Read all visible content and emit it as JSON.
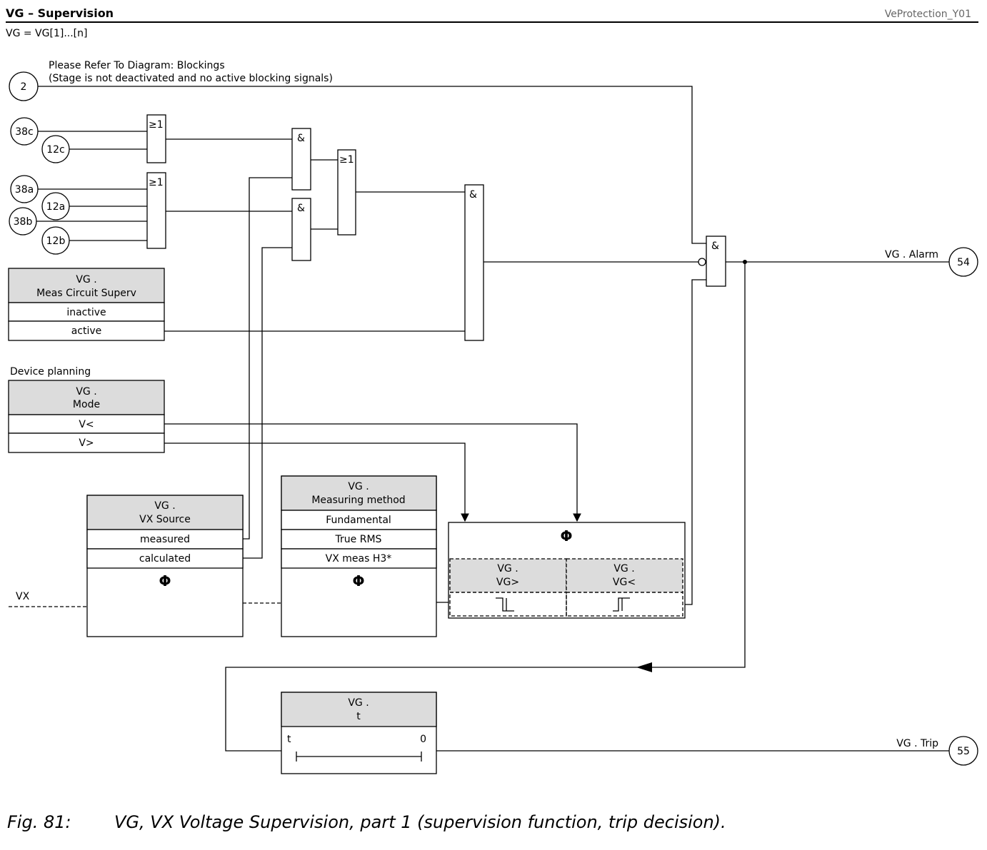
{
  "header": {
    "title": "VG – Supervision",
    "ref": "VeProtection_Y01",
    "subtitle": "VG = VG[1]...[n]"
  },
  "blocking_note": {
    "line1": "Please Refer To Diagram: Blockings",
    "line2": "(Stage is not deactivated and no active blocking signals)"
  },
  "connectors": {
    "c2": "2",
    "c38c": "38c",
    "c12c": "12c",
    "c38a": "38a",
    "c12a": "12a",
    "c38b": "38b",
    "c12b": "12b",
    "c54": "54",
    "c55": "55"
  },
  "gates": {
    "or1": "≥1",
    "or2": "≥1",
    "or3": "≥1",
    "and1": "&",
    "and2": "&",
    "and3": "&",
    "and4": "&"
  },
  "meas_circuit": {
    "title1": "VG .",
    "title2": "Meas Circuit Superv",
    "opt1": "inactive",
    "opt2": "active"
  },
  "device_planning": {
    "label": "Device planning",
    "title1": "VG .",
    "title2": "Mode",
    "opt1": "V<",
    "opt2": "V>"
  },
  "vx_source": {
    "title1": "VG .",
    "title2": "VX Source",
    "opt1": "measured",
    "opt2": "calculated",
    "phi": "Φ"
  },
  "measuring_method": {
    "title1": "VG .",
    "title2": "Measuring method",
    "opt1": "Fundamental",
    "opt2": "True RMS",
    "opt3": "VX meas H3*",
    "phi": "Φ"
  },
  "threshold_block": {
    "phi": "Φ",
    "left1": "VG .",
    "left2": "VG>",
    "right1": "VG .",
    "right2": "VG<"
  },
  "vx_label": "VX",
  "outputs": {
    "alarm": "VG . Alarm",
    "trip": "VG . Trip"
  },
  "timer": {
    "title1": "VG .",
    "title2": "t",
    "t_label": "t",
    "zero_label": "0"
  },
  "caption": {
    "fig": "Fig. 81:",
    "text": "VG, VX Voltage Supervision, part 1 (supervision function, trip decision)."
  }
}
